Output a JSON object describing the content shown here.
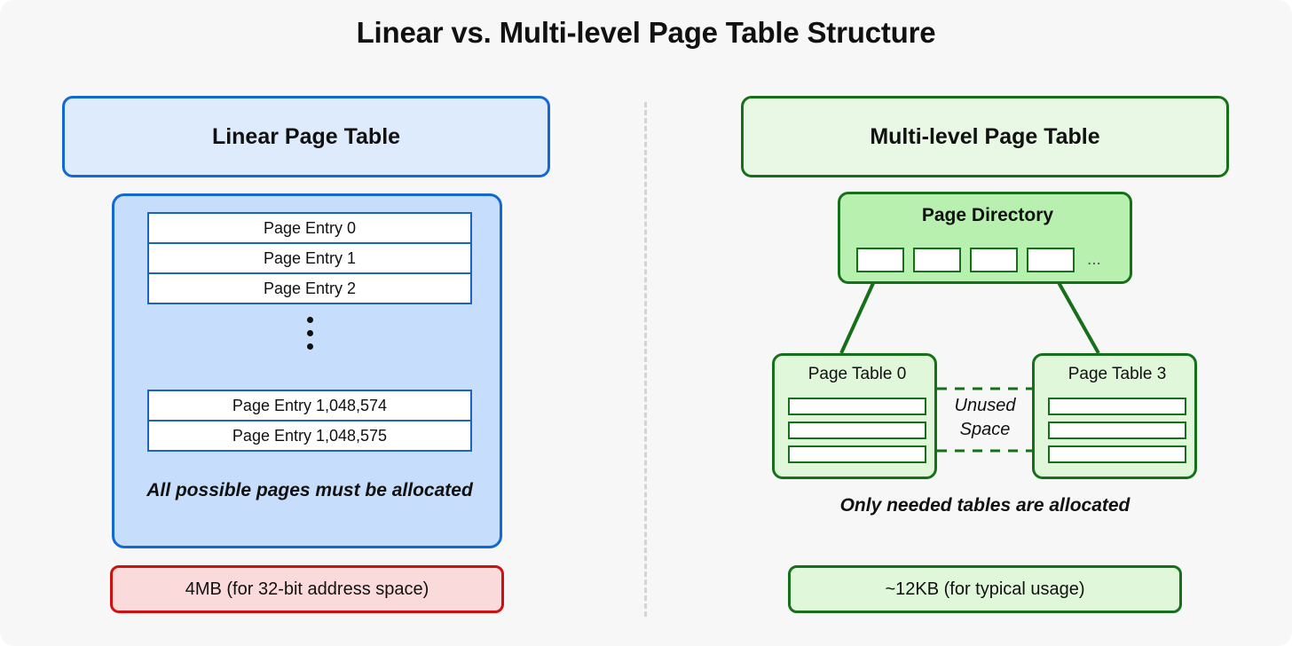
{
  "title": "Linear vs. Multi-level Page Table Structure",
  "colors": {
    "background": "#f7f7f7",
    "blue_border": "#1269d3",
    "blue_header_fill": "#ddebfd",
    "blue_body_fill": "#c6ddfb",
    "green_border": "#16701a",
    "green_header_fill": "#e8f8e4",
    "green_directory_fill": "#b8f0b0",
    "red_border": "#cc1111",
    "red_fill": "#fadada",
    "divider": "#d4d4d4"
  },
  "divider": {
    "icon": "vertical-dashed-divider"
  },
  "left_panel": {
    "header": "Linear Page Table",
    "entries_top": [
      "Page Entry 0",
      "Page Entry 1",
      "Page Entry 2"
    ],
    "ellipsis": "vertical-ellipsis",
    "entries_bottom": [
      "Page Entry 1,048,574",
      "Page Entry 1,048,575"
    ],
    "caption": "All possible pages must be allocated",
    "footer": "4MB (for 32-bit address space)"
  },
  "right_panel": {
    "header": "Multi-level Page Table",
    "directory": {
      "title": "Page Directory",
      "slots": [
        "",
        "",
        "",
        ""
      ],
      "ellipsis": "..."
    },
    "tables": [
      {
        "title": "Page Table 0",
        "slots": [
          "",
          "",
          ""
        ]
      },
      {
        "title": "Page Table 3",
        "slots": [
          "",
          "",
          ""
        ]
      }
    ],
    "unused_space_label": "Unused\nSpace",
    "unused_space_line1": "Unused",
    "unused_space_line2": "Space",
    "caption": "Only needed tables are allocated",
    "footer": "~12KB (for typical usage)"
  }
}
